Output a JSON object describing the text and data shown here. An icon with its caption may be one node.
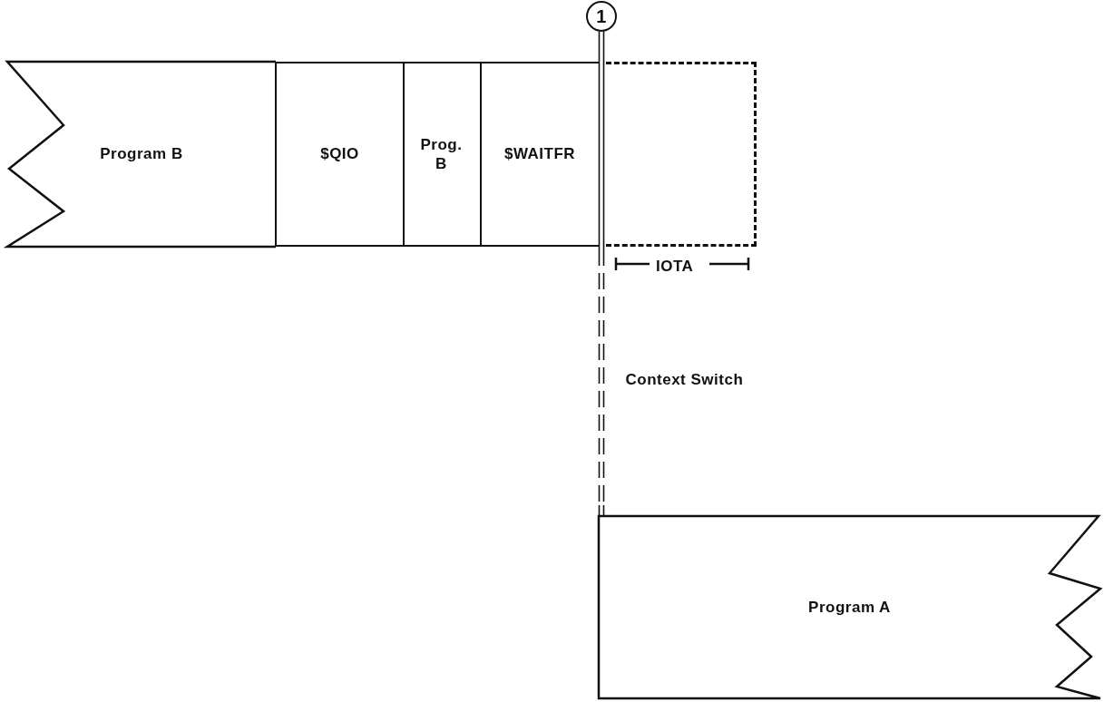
{
  "diagram": {
    "nodes": [
      {
        "text": [
          "Program B"
        ]
      },
      {
        "text": [
          "$QIO"
        ]
      },
      {
        "text": [
          "Prog. B"
        ]
      },
      {
        "text": [
          "$WAITFR"
        ]
      },
      {
        "text": [],
        "shape": "box",
        "beside": [
          "IOTA"
        ]
      },
      {
        "text": [
          "1"
        ]
      },
      {
        "text": [
          "Program A"
        ]
      }
    ],
    "edges": [
      {
        "from": 5,
        "to": 6,
        "arrow": "none",
        "label": "Context Switch",
        "style": "dashed"
      }
    ],
    "labels": []
  }
}
